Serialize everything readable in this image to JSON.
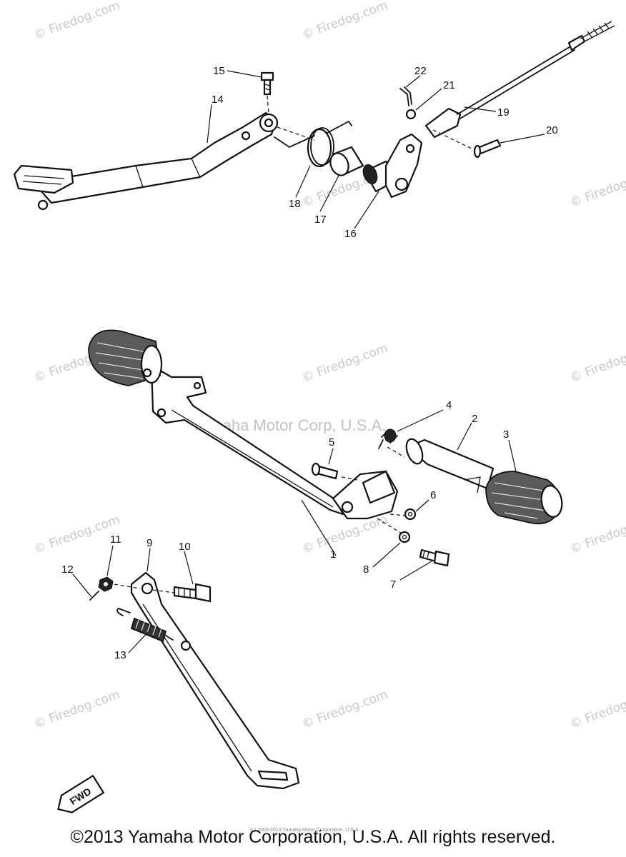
{
  "watermark": "© Firedog.com",
  "center_watermark": "Yamaha Motor Corp, U.S.A.",
  "fwd_label": "FWD",
  "tiny_footer": "(c) 2000-2013 Yamaha Motor Corporation, U.S.A.",
  "copyright": "©2013 Yamaha Motor Corporation, U.S.A. All rights reserved.",
  "callouts": [
    "1",
    "2",
    "3",
    "4",
    "5",
    "6",
    "7",
    "8",
    "9",
    "10",
    "11",
    "12",
    "13",
    "14",
    "15",
    "16",
    "17",
    "18",
    "19",
    "20",
    "21",
    "22"
  ]
}
